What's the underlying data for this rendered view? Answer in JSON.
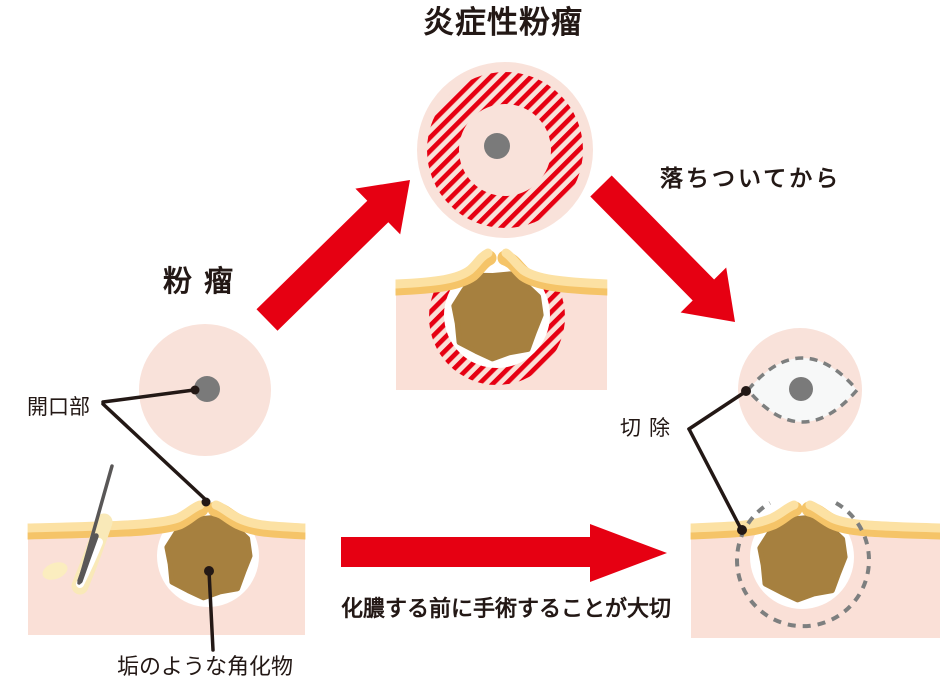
{
  "labels": {
    "inflamed_title": "炎症性粉瘤",
    "atheroma_title": "粉 瘤",
    "opening": "開口部",
    "keratin": "垢のような角化物",
    "calm_first": "落ちついてから",
    "surgery_advice": "化膿する前に手術することが大切",
    "excision": "切除"
  },
  "colors": {
    "arrow_red": "#e60012",
    "hatch_red": "#e60012",
    "text_dark": "#231815",
    "pink_circle": "#f9e2da",
    "skin_dermis": "#fae0d7",
    "epidermis_light": "#fce1a3",
    "epidermis_dark": "#f5c468",
    "keratin_brown": "#a6803f",
    "hair_gray": "#595757",
    "opening_dot_gray": "#7a7a7a",
    "dashed_outline_gray": "#7d7f7f",
    "excision_area_fill": "#f7f8f8",
    "capsule_white": "#ffffff"
  }
}
